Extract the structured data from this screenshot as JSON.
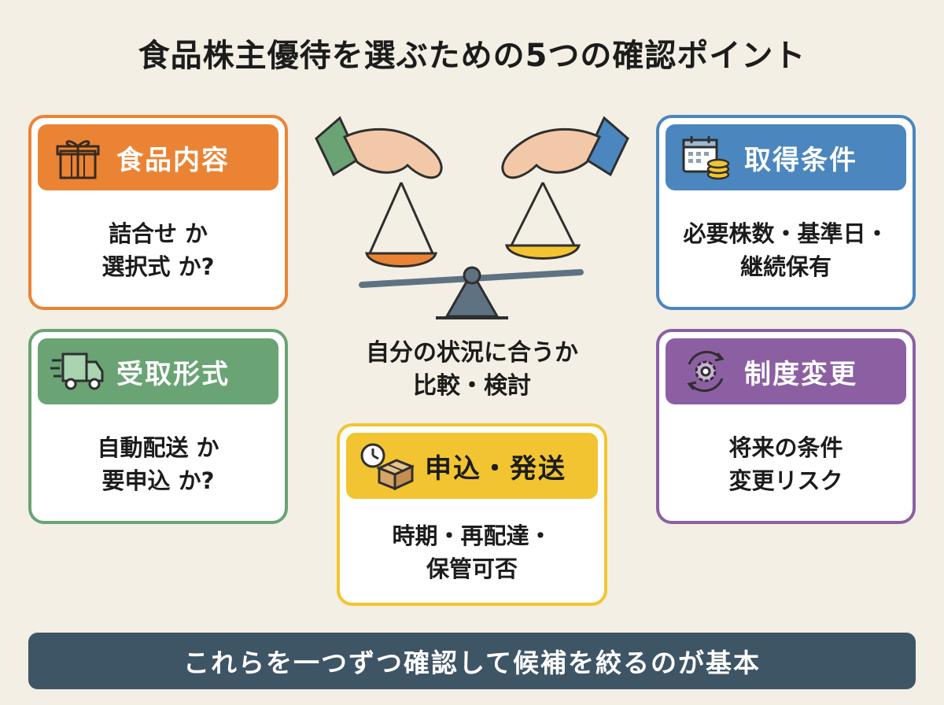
{
  "title": "食品株主優待を選ぶための5つの確認ポイント",
  "colors": {
    "orange": "#ea8434",
    "green": "#6aa374",
    "blue": "#4b86be",
    "purple": "#8c5fa3",
    "yellow": "#f2c431",
    "navy": "#3e5566",
    "background": "#f3efe4"
  },
  "cards": {
    "food_content": {
      "label": "食品内容",
      "icon": "gift-icon",
      "line1": "詰合せ か",
      "line2": "選択式 か?"
    },
    "receipt_format": {
      "label": "受取形式",
      "icon": "delivery-truck-icon",
      "line1": "自動配送 か",
      "line2": "要申込 か?"
    },
    "acquisition": {
      "label": "取得条件",
      "icon": "calendar-coins-icon",
      "line1": "必要株数・基準日・",
      "line2": "継続保有"
    },
    "system_change": {
      "label": "制度変更",
      "icon": "gear-cycle-icon",
      "line1": "将来の条件",
      "line2": "変更リスク"
    },
    "application": {
      "label": "申込・発送",
      "icon": "clock-box-icon",
      "line1": "時期・再配達・",
      "line2": "保管可否"
    }
  },
  "center": {
    "icon": "balance-scale-icon",
    "line1": "自分の状況に合うか",
    "line2": "比較・検討"
  },
  "footer": "これらを一つずつ確認して候補を絞るのが基本"
}
